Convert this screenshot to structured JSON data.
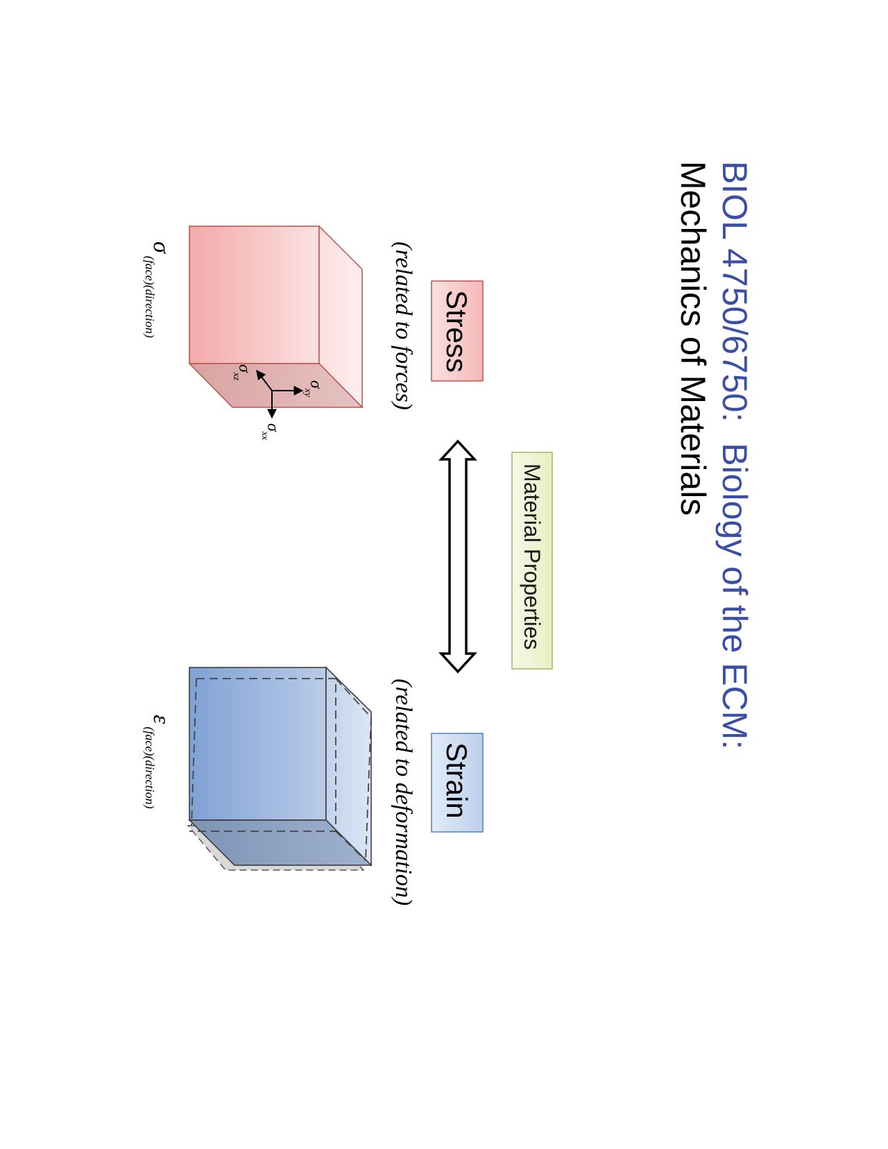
{
  "header": {
    "course": "BIOL 4750/6750:",
    "course_title": "Biology of the ECM:",
    "topic": "Mechanics of Materials"
  },
  "diagram": {
    "center_label": "Material Properties",
    "stress": {
      "label": "Stress",
      "relation": "(related to forces)",
      "symbol": "σ",
      "subscript": "(face)(direction)",
      "components": [
        {
          "symbol": "σ",
          "subscript": "xx"
        },
        {
          "symbol": "σ",
          "subscript": "xy"
        },
        {
          "symbol": "σ",
          "subscript": "xz"
        }
      ]
    },
    "strain": {
      "label": "Strain",
      "relation": "(related to deformation)",
      "symbol": "ε",
      "subscript": "(face)(direction)"
    }
  },
  "colors": {
    "title_blue": "#3a4ea6",
    "stress_fill": "#f4b9b9",
    "stress_stroke": "#c0504d",
    "strain_fill": "#a8bfe0",
    "strain_stroke": "#4f81bd",
    "properties_fill": "#eef3d2",
    "properties_stroke": "#9bbb59"
  }
}
